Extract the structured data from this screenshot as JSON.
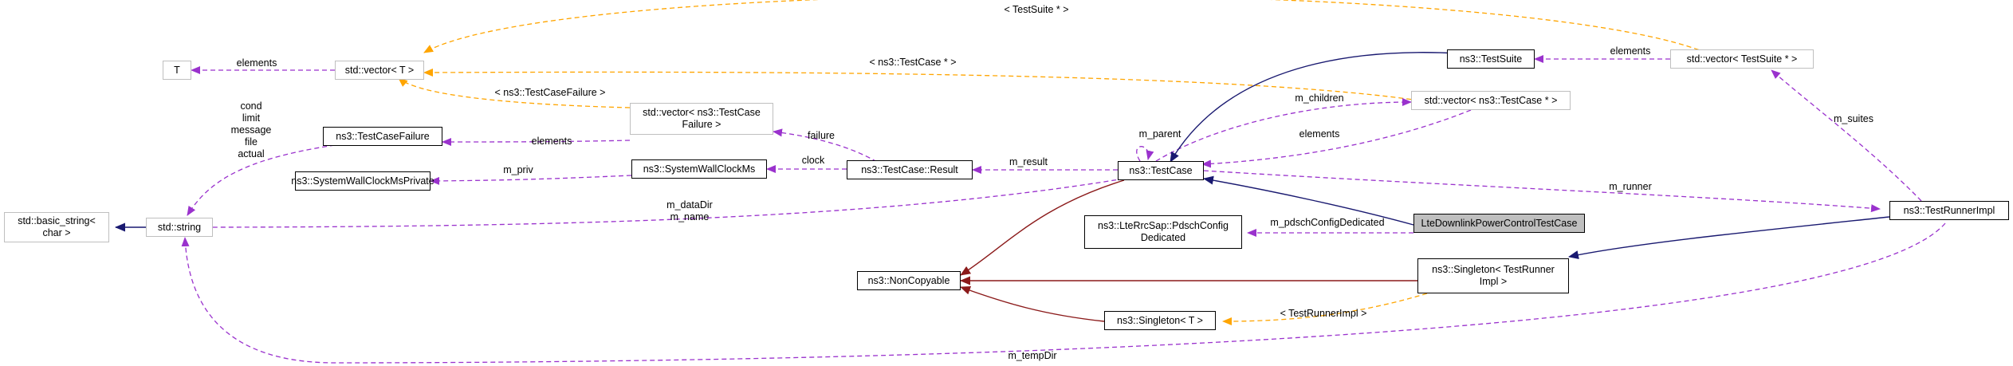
{
  "colors": {
    "inheritance": "#191970",
    "private_inheritance": "#8b1a1a",
    "usage": "#9a32cd",
    "template": "#ffa500",
    "highlight_fill": "#bfbfbf",
    "node_border_gray": "#bfbfbf"
  },
  "nodes": {
    "T": "T",
    "vector_t": "std::vector< T >",
    "testcase_failure": "ns3::TestCaseFailure",
    "vector_testcase_failure": "std::vector< ns3::TestCase\nFailure >",
    "wallclock_private": "ns3::SystemWallClockMsPrivate",
    "wallclock": "ns3::SystemWallClockMs",
    "basic_string": "std::basic_string<\nchar >",
    "string": "std::string",
    "testcase_result": "ns3::TestCase::Result",
    "testcase": "ns3::TestCase",
    "testsuite": "ns3::TestSuite",
    "vector_testcase": "std::vector< ns3::TestCase * >",
    "vector_testsuite": "std::vector< TestSuite * >",
    "lte_test": "LteDownlinkPowerControlTestCase",
    "pdsch": "ns3::LteRrcSap::PdschConfig\nDedicated",
    "noncopyable": "ns3::NonCopyable",
    "singleton_runner": "ns3::Singleton< TestRunner\nImpl >",
    "singleton_t": "ns3::Singleton< T >",
    "runner_impl": "ns3::TestRunnerImpl"
  },
  "labels": {
    "tpl_testsuite": "< TestSuite * >",
    "tpl_testcase": "< ns3::TestCase * >",
    "tpl_testcase_failure": "< ns3::TestCaseFailure >",
    "tpl_runner": "< TestRunnerImpl >",
    "elements_t": "elements",
    "elements_suite": "elements",
    "elements_failure": "elements",
    "elements_testcase": "elements",
    "string_members": "cond\nlimit\nmessage\nfile\nactual",
    "m_children": "m_children",
    "m_parent": "m_parent",
    "failure": "failure",
    "clock": "clock",
    "m_priv": "m_priv",
    "m_result": "m_result",
    "m_suites": "m_suites",
    "m_runner": "m_runner",
    "data_name": "m_dataDir\nm_name",
    "pdsch_member": "m_pdschConfigDedicated",
    "m_tempDir": "m_tempDir"
  }
}
